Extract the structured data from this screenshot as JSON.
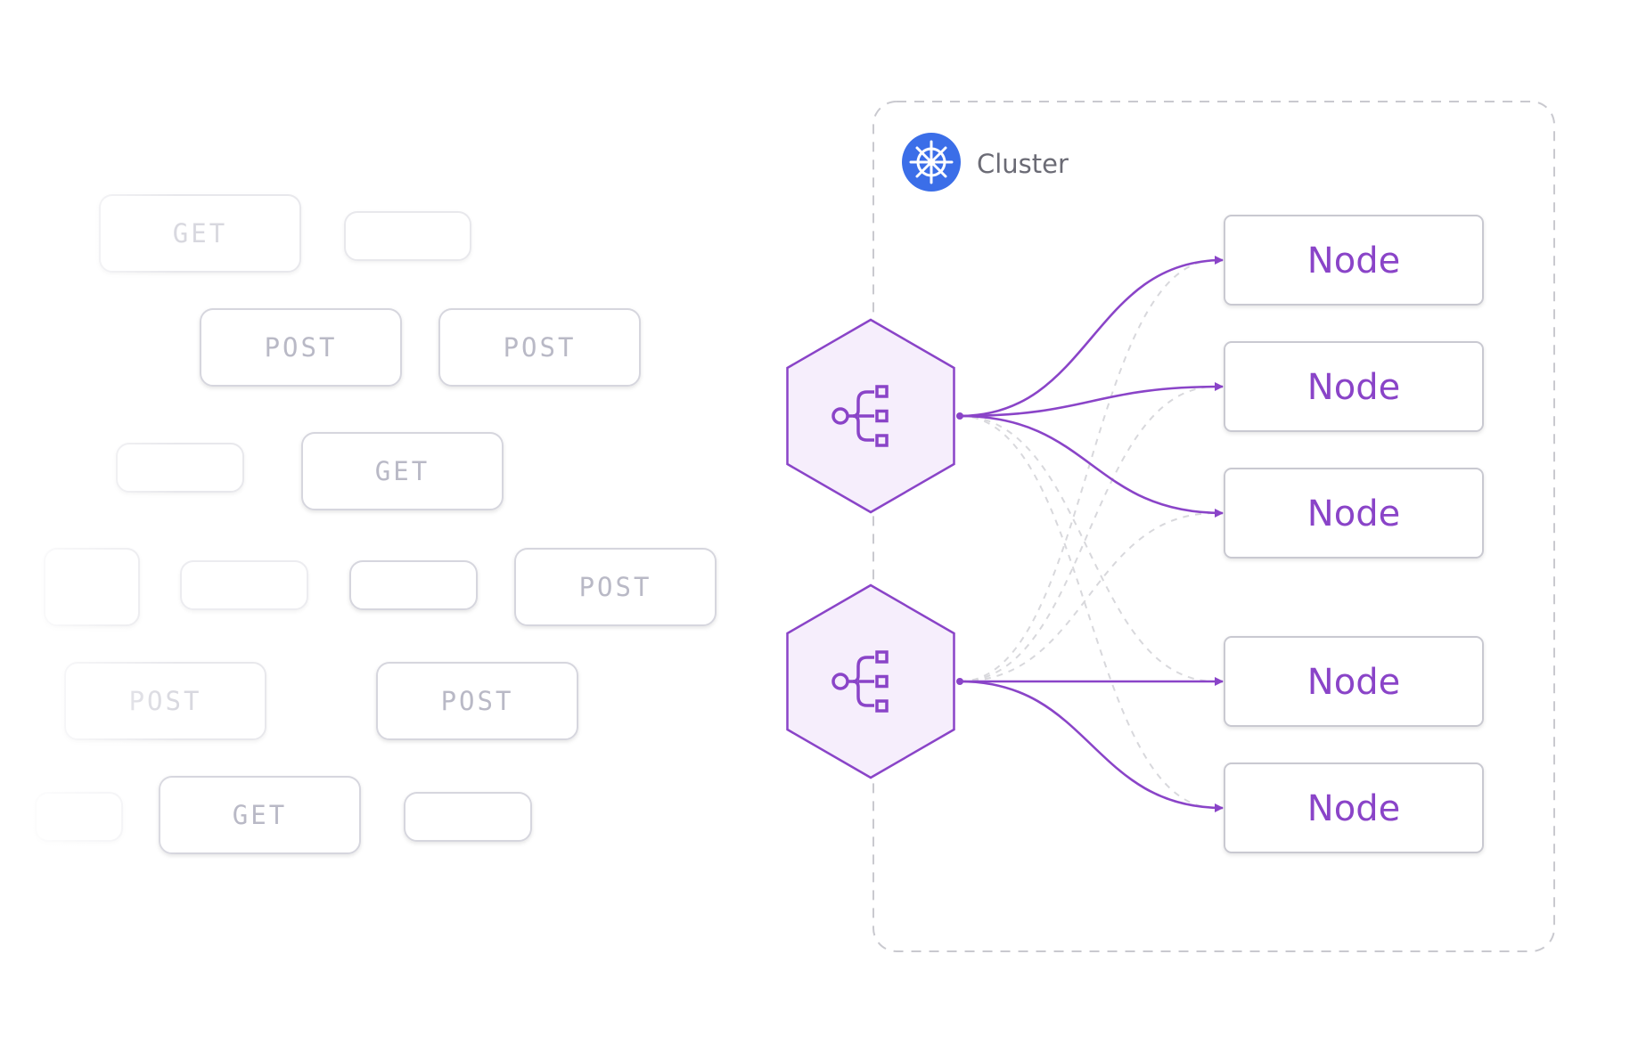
{
  "cluster": {
    "label": "Cluster",
    "icon": "kubernetes-wheel-icon",
    "icon_color": "#3b6ee8"
  },
  "load_balancers": [
    {
      "name": "load-balancer-top",
      "icon": "load-balancer-icon"
    },
    {
      "name": "load-balancer-bottom",
      "icon": "load-balancer-icon"
    }
  ],
  "nodes": [
    {
      "label": "Node"
    },
    {
      "label": "Node"
    },
    {
      "label": "Node"
    },
    {
      "label": "Node"
    },
    {
      "label": "Node"
    }
  ],
  "requests": [
    {
      "label": "GET"
    },
    {
      "label": ""
    },
    {
      "label": "POST"
    },
    {
      "label": "POST"
    },
    {
      "label": ""
    },
    {
      "label": "GET"
    },
    {
      "label": ""
    },
    {
      "label": ""
    },
    {
      "label": ""
    },
    {
      "label": "POST"
    },
    {
      "label": "POST"
    },
    {
      "label": "POST"
    },
    {
      "label": ""
    },
    {
      "label": "GET"
    },
    {
      "label": ""
    }
  ],
  "colors": {
    "accent_purple": "#8a44c8",
    "hex_fill": "#f6eefc",
    "dashed_line": "#d8d8dc",
    "pill_border": "#d6d6de"
  }
}
